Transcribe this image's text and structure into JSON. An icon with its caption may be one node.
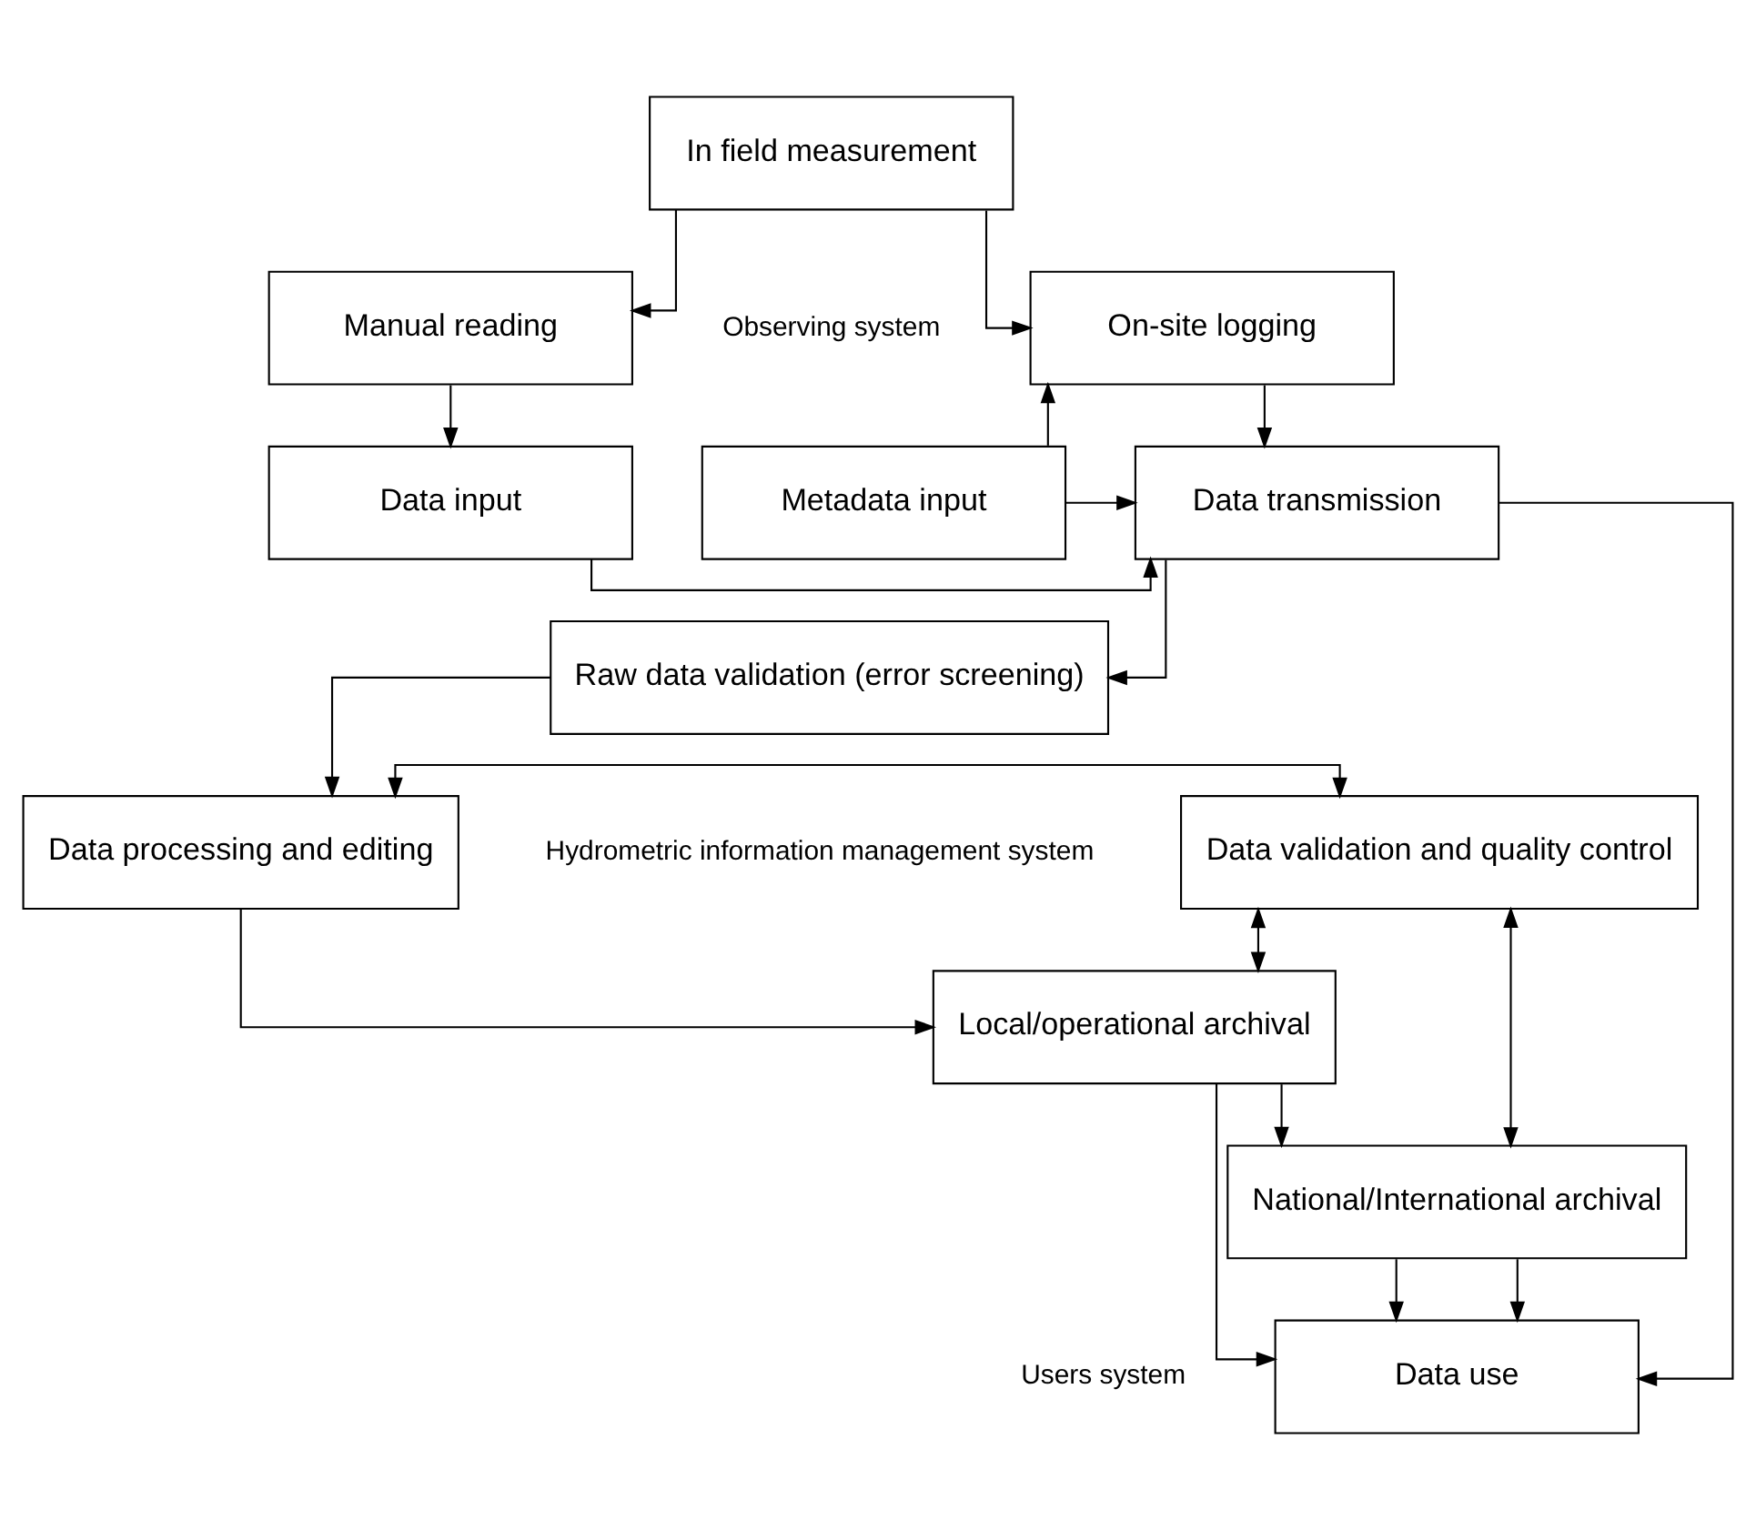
{
  "diagram": {
    "nodes": [
      {
        "text": [
          "In field measurement"
        ]
      },
      {
        "text": [
          "Manual reading"
        ]
      },
      {
        "text": [
          "On-site logging"
        ]
      },
      {
        "text": [
          "Metadata input"
        ]
      },
      {
        "text": [
          "Data input"
        ]
      },
      {
        "text": [
          "Data transmission"
        ]
      },
      {
        "text": [
          "Raw data validation (error screening)"
        ]
      },
      {
        "text": [
          "Data validation and quality control"
        ]
      },
      {
        "text": [
          "Data processing and editing"
        ]
      },
      {
        "text": [
          "Local/operational archival"
        ]
      },
      {
        "text": [
          "National/International archival"
        ]
      },
      {
        "text": [
          "Data use"
        ]
      }
    ],
    "edges": [
      {
        "from": 0,
        "to": 1,
        "arrow": "to"
      },
      {
        "from": 0,
        "to": 2,
        "arrow": "to"
      },
      {
        "from": 3,
        "to": 2,
        "arrow": "to"
      },
      {
        "from": 1,
        "to": 4,
        "arrow": "to"
      },
      {
        "from": 2,
        "to": 5,
        "arrow": "to"
      },
      {
        "from": 3,
        "to": 5,
        "arrow": "to"
      },
      {
        "from": 4,
        "to": 5,
        "arrow": "to"
      },
      {
        "from": 5,
        "to": 6,
        "arrow": "to"
      },
      {
        "from": 6,
        "to": 8,
        "arrow": "to"
      },
      {
        "from": 7,
        "to": 8,
        "arrow": "both"
      },
      {
        "from": 8,
        "to": 9,
        "arrow": "to"
      },
      {
        "from": 7,
        "to": 9,
        "arrow": "both"
      },
      {
        "from": 9,
        "to": 10,
        "arrow": "to"
      },
      {
        "from": 7,
        "to": 10,
        "arrow": "both"
      },
      {
        "from": 10,
        "to": 11,
        "arrow": "to"
      },
      {
        "from": 5,
        "to": 11,
        "arrow": "to"
      },
      {
        "from": 9,
        "to": 11,
        "arrow": "to"
      },
      {
        "from": 10,
        "to": 11,
        "arrow": "to"
      }
    ],
    "labels": [
      "Observing system",
      "Hydrometric information management system",
      "Users system"
    ]
  }
}
